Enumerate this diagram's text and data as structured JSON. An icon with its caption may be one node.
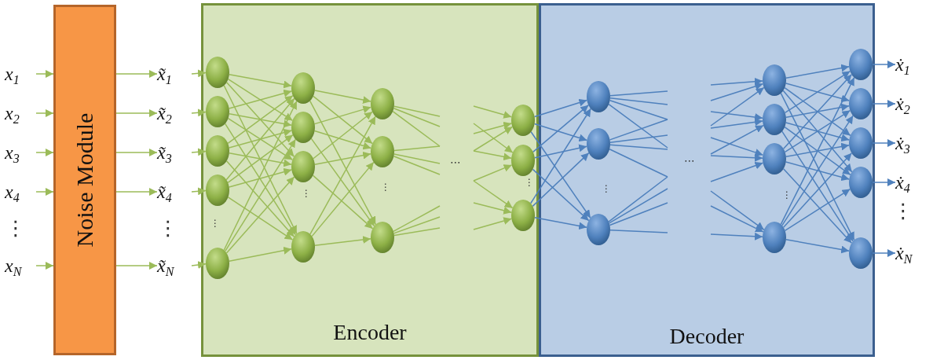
{
  "diagram": {
    "nodes": [
      {
        "text": [
          "x$_{1}$"
        ]
      },
      {
        "text": [
          "x$_{2}$"
        ]
      },
      {
        "text": [
          "x$_{3}$"
        ]
      },
      {
        "text": [
          "x$_{4}$"
        ]
      },
      {
        "text": [
          "x$_{N}$"
        ]
      },
      {
        "text": [
          "Noise Module"
        ]
      },
      {
        "text": [
          "x̃$_{1}$"
        ]
      },
      {
        "text": [
          "x̃$_{2}$"
        ]
      },
      {
        "text": [
          "x̃$_{3}$"
        ]
      },
      {
        "text": [
          "x̃$_{4}$"
        ]
      },
      {
        "text": [
          "x̃$_{N}$"
        ]
      },
      {
        "text": [
          "Encoder"
        ]
      },
      {
        "text": [],
        "shape": "circle",
        "in": 11
      },
      {
        "text": [],
        "shape": "circle",
        "in": 11
      },
      {
        "text": [],
        "shape": "circle",
        "in": 11
      },
      {
        "text": [],
        "shape": "circle",
        "in": 11
      },
      {
        "text": [],
        "shape": "circle",
        "in": 11
      },
      {
        "text": [],
        "shape": "circle",
        "in": 11
      },
      {
        "text": [],
        "shape": "circle",
        "in": 11
      },
      {
        "text": [],
        "shape": "circle",
        "in": 11
      },
      {
        "text": [],
        "shape": "circle",
        "in": 11
      },
      {
        "text": [],
        "shape": "circle",
        "in": 11
      },
      {
        "text": [],
        "shape": "circle",
        "in": 11
      },
      {
        "text": [],
        "shape": "circle",
        "in": 11
      },
      {
        "text": [],
        "shape": "circle",
        "in": 11
      },
      {
        "text": [],
        "shape": "circle",
        "in": 11
      },
      {
        "text": [],
        "shape": "circle",
        "in": 11
      },
      {
        "text": [
          "Decoder"
        ]
      },
      {
        "text": [],
        "shape": "circle",
        "in": 27
      },
      {
        "text": [],
        "shape": "circle",
        "in": 27
      },
      {
        "text": [],
        "shape": "circle",
        "in": 27
      },
      {
        "text": [],
        "shape": "circle",
        "in": 27
      },
      {
        "text": [],
        "shape": "circle",
        "in": 27
      },
      {
        "text": [],
        "shape": "circle",
        "in": 27
      },
      {
        "text": [],
        "shape": "circle",
        "in": 27
      },
      {
        "text": [],
        "shape": "circle",
        "in": 27
      },
      {
        "text": [],
        "shape": "circle",
        "in": 27
      },
      {
        "text": [],
        "shape": "circle",
        "in": 27
      },
      {
        "text": [],
        "shape": "circle",
        "in": 27
      },
      {
        "text": [],
        "shape": "circle",
        "in": 27
      },
      {
        "text": [
          "ẋ$_{1}$"
        ]
      },
      {
        "text": [
          "ẋ$_{2}$"
        ]
      },
      {
        "text": [
          "ẋ$_{3}$"
        ]
      },
      {
        "text": [
          "ẋ$_{4}$"
        ]
      },
      {
        "text": [
          "ẋ$_{N}$"
        ]
      }
    ],
    "edges": [
      {
        "from": 0,
        "to": 5,
        "arrow": "to"
      },
      {
        "from": 1,
        "to": 5,
        "arrow": "to"
      },
      {
        "from": 2,
        "to": 5,
        "arrow": "to"
      },
      {
        "from": 3,
        "to": 5,
        "arrow": "to"
      },
      {
        "from": 4,
        "to": 5,
        "arrow": "to"
      },
      {
        "from": 5,
        "to": 6,
        "arrow": "to"
      },
      {
        "from": 5,
        "to": 7,
        "arrow": "to"
      },
      {
        "from": 5,
        "to": 8,
        "arrow": "to"
      },
      {
        "from": 5,
        "to": 9,
        "arrow": "to"
      },
      {
        "from": 5,
        "to": 10,
        "arrow": "to"
      },
      {
        "from": 6,
        "to": 12,
        "arrow": "to"
      },
      {
        "from": 7,
        "to": 13,
        "arrow": "to"
      },
      {
        "from": 8,
        "to": 14,
        "arrow": "to"
      },
      {
        "from": 9,
        "to": 15,
        "arrow": "to"
      },
      {
        "from": 10,
        "to": 16,
        "arrow": "to"
      },
      {
        "from": 12,
        "to": 17,
        "arrow": "to"
      },
      {
        "from": 12,
        "to": 18,
        "arrow": "to"
      },
      {
        "from": 12,
        "to": 19,
        "arrow": "to"
      },
      {
        "from": 12,
        "to": 20,
        "arrow": "to"
      },
      {
        "from": 13,
        "to": 17,
        "arrow": "to"
      },
      {
        "from": 13,
        "to": 18,
        "arrow": "to"
      },
      {
        "from": 13,
        "to": 19,
        "arrow": "to"
      },
      {
        "from": 13,
        "to": 20,
        "arrow": "to"
      },
      {
        "from": 14,
        "to": 17,
        "arrow": "to"
      },
      {
        "from": 14,
        "to": 18,
        "arrow": "to"
      },
      {
        "from": 14,
        "to": 19,
        "arrow": "to"
      },
      {
        "from": 14,
        "to": 20,
        "arrow": "to"
      },
      {
        "from": 15,
        "to": 17,
        "arrow": "to"
      },
      {
        "from": 15,
        "to": 18,
        "arrow": "to"
      },
      {
        "from": 15,
        "to": 19,
        "arrow": "to"
      },
      {
        "from": 15,
        "to": 20,
        "arrow": "to"
      },
      {
        "from": 16,
        "to": 17,
        "arrow": "to"
      },
      {
        "from": 16,
        "to": 18,
        "arrow": "to"
      },
      {
        "from": 16,
        "to": 19,
        "arrow": "to"
      },
      {
        "from": 16,
        "to": 20,
        "arrow": "to"
      },
      {
        "from": 17,
        "to": 21,
        "arrow": "to"
      },
      {
        "from": 17,
        "to": 22,
        "arrow": "to"
      },
      {
        "from": 17,
        "to": 23,
        "arrow": "to"
      },
      {
        "from": 18,
        "to": 21,
        "arrow": "to"
      },
      {
        "from": 18,
        "to": 22,
        "arrow": "to"
      },
      {
        "from": 18,
        "to": 23,
        "arrow": "to"
      },
      {
        "from": 19,
        "to": 21,
        "arrow": "to"
      },
      {
        "from": 19,
        "to": 22,
        "arrow": "to"
      },
      {
        "from": 19,
        "to": 23,
        "arrow": "to"
      },
      {
        "from": 20,
        "to": 21,
        "arrow": "to"
      },
      {
        "from": 20,
        "to": 22,
        "arrow": "to"
      },
      {
        "from": 20,
        "to": 23,
        "arrow": "to"
      },
      {
        "from": 21,
        "to": null,
        "arrow": "none"
      },
      {
        "from": 21,
        "to": null,
        "arrow": "none"
      },
      {
        "from": 21,
        "to": null,
        "arrow": "none"
      },
      {
        "from": 22,
        "to": null,
        "arrow": "none"
      },
      {
        "from": 22,
        "to": null,
        "arrow": "none"
      },
      {
        "from": 22,
        "to": null,
        "arrow": "none"
      },
      {
        "from": 23,
        "to": null,
        "arrow": "none"
      },
      {
        "from": 23,
        "to": null,
        "arrow": "none"
      },
      {
        "from": 23,
        "to": null,
        "arrow": "none"
      },
      {
        "from": null,
        "to": 24,
        "arrow": "to"
      },
      {
        "from": null,
        "to": 24,
        "arrow": "to"
      },
      {
        "from": null,
        "to": 24,
        "arrow": "to"
      },
      {
        "from": null,
        "to": 25,
        "arrow": "to"
      },
      {
        "from": null,
        "to": 25,
        "arrow": "to"
      },
      {
        "from": null,
        "to": 25,
        "arrow": "to"
      },
      {
        "from": null,
        "to": 26,
        "arrow": "to"
      },
      {
        "from": null,
        "to": 26,
        "arrow": "to"
      },
      {
        "from": null,
        "to": 26,
        "arrow": "to"
      },
      {
        "from": 24,
        "to": 28,
        "arrow": "to",
        "color": "#4f81bd"
      },
      {
        "from": 24,
        "to": 29,
        "arrow": "to",
        "color": "#4f81bd"
      },
      {
        "from": 24,
        "to": 30,
        "arrow": "to",
        "color": "#4f81bd"
      },
      {
        "from": 25,
        "to": 28,
        "arrow": "to",
        "color": "#4f81bd"
      },
      {
        "from": 25,
        "to": 29,
        "arrow": "to",
        "color": "#4f81bd"
      },
      {
        "from": 25,
        "to": 30,
        "arrow": "to",
        "color": "#4f81bd"
      },
      {
        "from": 26,
        "to": 28,
        "arrow": "to",
        "color": "#4f81bd"
      },
      {
        "from": 26,
        "to": 29,
        "arrow": "to",
        "color": "#4f81bd"
      },
      {
        "from": 26,
        "to": 30,
        "arrow": "to",
        "color": "#4f81bd"
      },
      {
        "from": 28,
        "to": null,
        "arrow": "none",
        "color": "#4f81bd"
      },
      {
        "from": 28,
        "to": null,
        "arrow": "none",
        "color": "#4f81bd"
      },
      {
        "from": 28,
        "to": null,
        "arrow": "none",
        "color": "#4f81bd"
      },
      {
        "from": 28,
        "to": null,
        "arrow": "none",
        "color": "#4f81bd"
      },
      {
        "from": 29,
        "to": null,
        "arrow": "none",
        "color": "#4f81bd"
      },
      {
        "from": 29,
        "to": null,
        "arrow": "none",
        "color": "#4f81bd"
      },
      {
        "from": 29,
        "to": null,
        "arrow": "none",
        "color": "#4f81bd"
      },
      {
        "from": 29,
        "to": null,
        "arrow": "none",
        "color": "#4f81bd"
      },
      {
        "from": 30,
        "to": null,
        "arrow": "none",
        "color": "#4f81bd"
      },
      {
        "from": 30,
        "to": null,
        "arrow": "none",
        "color": "#4f81bd"
      },
      {
        "from": 30,
        "to": null,
        "arrow": "none",
        "color": "#4f81bd"
      },
      {
        "from": 30,
        "to": null,
        "arrow": "none",
        "color": "#4f81bd"
      },
      {
        "from": null,
        "to": 31,
        "arrow": "to",
        "color": "#4f81bd"
      },
      {
        "from": null,
        "to": 31,
        "arrow": "to",
        "color": "#4f81bd"
      },
      {
        "from": null,
        "to": 31,
        "arrow": "to",
        "color": "#4f81bd"
      },
      {
        "from": null,
        "to": 32,
        "arrow": "to",
        "color": "#4f81bd"
      },
      {
        "from": null,
        "to": 32,
        "arrow": "to",
        "color": "#4f81bd"
      },
      {
        "from": null,
        "to": 32,
        "arrow": "to",
        "color": "#4f81bd"
      },
      {
        "from": null,
        "to": 33,
        "arrow": "to",
        "color": "#4f81bd"
      },
      {
        "from": null,
        "to": 33,
        "arrow": "to",
        "color": "#4f81bd"
      },
      {
        "from": null,
        "to": 33,
        "arrow": "to",
        "color": "#4f81bd"
      },
      {
        "from": null,
        "to": 34,
        "arrow": "to",
        "color": "#4f81bd"
      },
      {
        "from": null,
        "to": 34,
        "arrow": "to",
        "color": "#4f81bd"
      },
      {
        "from": null,
        "to": 34,
        "arrow": "to",
        "color": "#4f81bd"
      },
      {
        "from": 31,
        "to": 35,
        "arrow": "to",
        "color": "#4f81bd"
      },
      {
        "from": 31,
        "to": 36,
        "arrow": "to",
        "color": "#4f81bd"
      },
      {
        "from": 31,
        "to": 37,
        "arrow": "to",
        "color": "#4f81bd"
      },
      {
        "from": 31,
        "to": 38,
        "arrow": "to",
        "color": "#4f81bd"
      },
      {
        "from": 31,
        "to": 39,
        "arrow": "to",
        "color": "#4f81bd"
      },
      {
        "from": 32,
        "to": 35,
        "arrow": "to",
        "color": "#4f81bd"
      },
      {
        "from": 32,
        "to": 36,
        "arrow": "to",
        "color": "#4f81bd"
      },
      {
        "from": 32,
        "to": 37,
        "arrow": "to",
        "color": "#4f81bd"
      },
      {
        "from": 32,
        "to": 38,
        "arrow": "to",
        "color": "#4f81bd"
      },
      {
        "from": 32,
        "to": 39,
        "arrow": "to",
        "color": "#4f81bd"
      },
      {
        "from": 33,
        "to": 35,
        "arrow": "to",
        "color": "#4f81bd"
      },
      {
        "from": 33,
        "to": 36,
        "arrow": "to",
        "color": "#4f81bd"
      },
      {
        "from": 33,
        "to": 37,
        "arrow": "to",
        "color": "#4f81bd"
      },
      {
        "from": 33,
        "to": 38,
        "arrow": "to",
        "color": "#4f81bd"
      },
      {
        "from": 33,
        "to": 39,
        "arrow": "to",
        "color": "#4f81bd"
      },
      {
        "from": 34,
        "to": 35,
        "arrow": "to",
        "color": "#4f81bd"
      },
      {
        "from": 34,
        "to": 36,
        "arrow": "to",
        "color": "#4f81bd"
      },
      {
        "from": 34,
        "to": 37,
        "arrow": "to",
        "color": "#4f81bd"
      },
      {
        "from": 34,
        "to": 38,
        "arrow": "to",
        "color": "#4f81bd"
      },
      {
        "from": 34,
        "to": 39,
        "arrow": "to",
        "color": "#4f81bd"
      },
      {
        "from": 35,
        "to": 40,
        "arrow": "to",
        "color": "#4f81bd"
      },
      {
        "from": 36,
        "to": 41,
        "arrow": "to",
        "color": "#4f81bd"
      },
      {
        "from": 37,
        "to": 42,
        "arrow": "to",
        "color": "#4f81bd"
      },
      {
        "from": 38,
        "to": 43,
        "arrow": "to",
        "color": "#4f81bd"
      },
      {
        "from": 39,
        "to": 44,
        "arrow": "to",
        "color": "#4f81bd"
      }
    ],
    "labels": [
      "⋮",
      "⋮",
      "⋮",
      "⋮",
      "⋮",
      "⋯",
      "⋮",
      "⋮",
      "⋯",
      "⋮",
      "⋮"
    ]
  }
}
